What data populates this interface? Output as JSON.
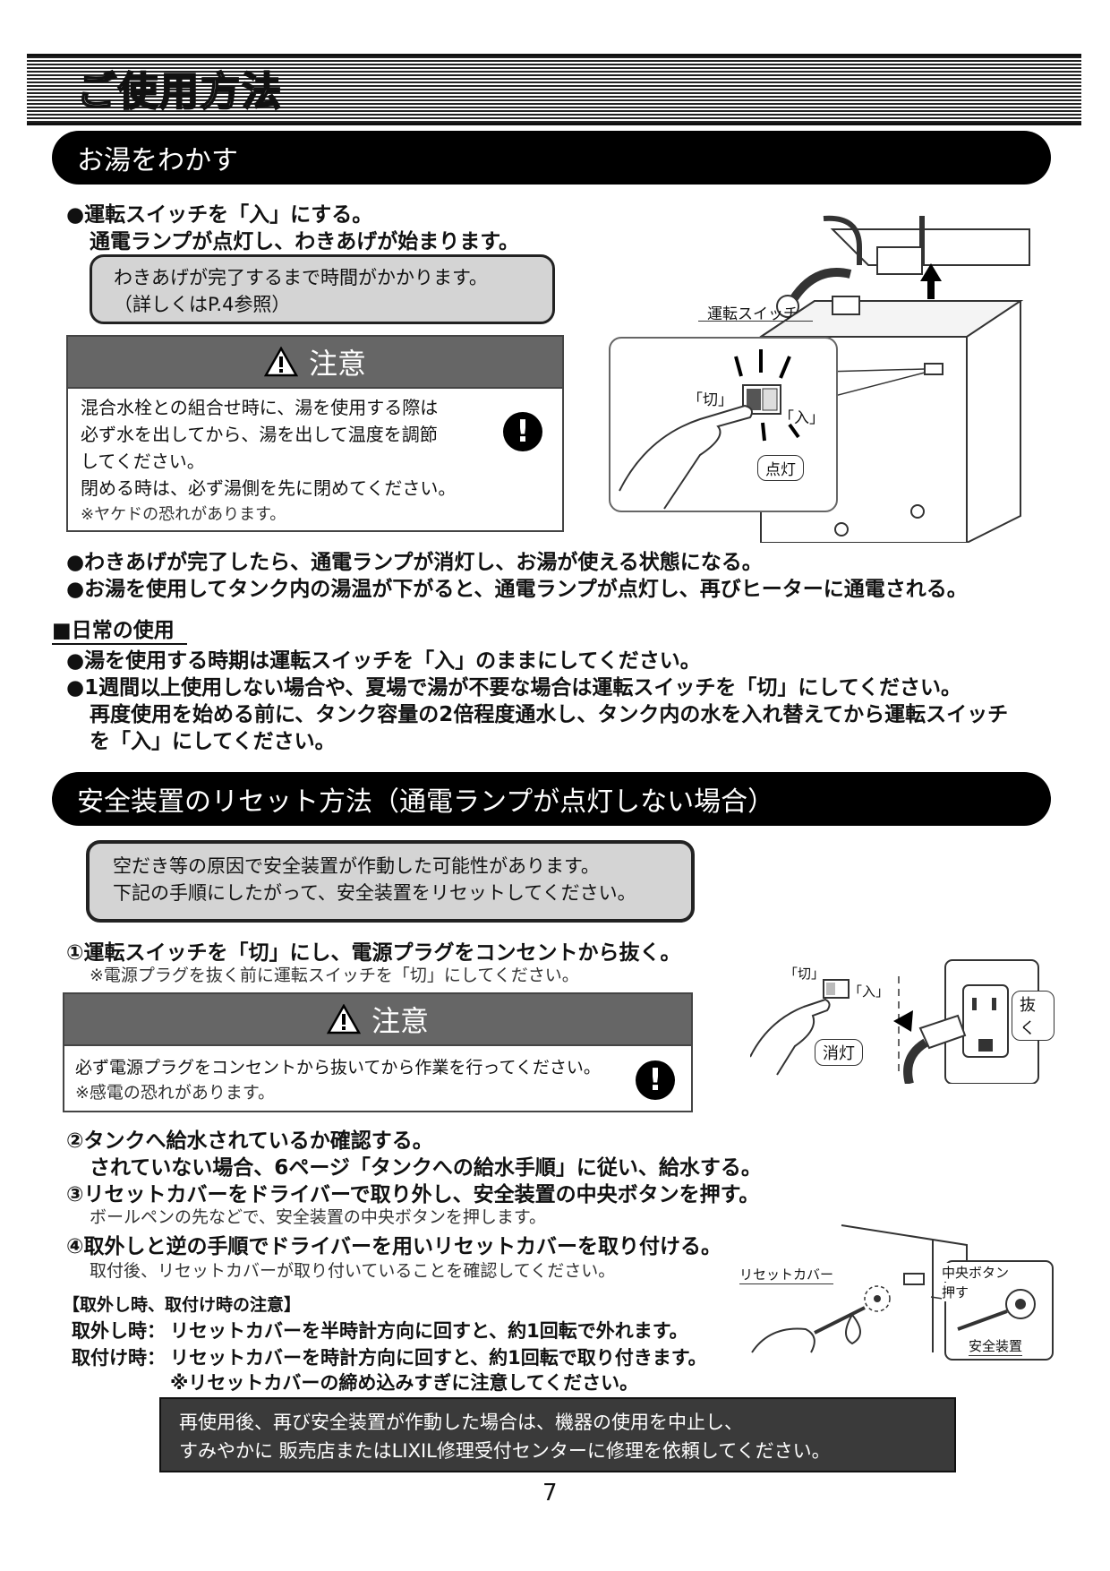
{
  "page_title": "ご使用方法",
  "section1": {
    "header": "お湯をわかす",
    "step1_line1": "●運転スイッチを「入」にする。",
    "step1_line2": "通電ランプが点灯し、わきあげが始まります。",
    "note_line1": "わきあげが完了するまで時間がかかります。",
    "note_line2": "（詳しくはP.4参照）",
    "caution_title": "注意",
    "caution_lines": [
      "混合水栓との組合せ時に、湯を使用する際は",
      "必ず水を出してから、湯を出して温度を調節",
      "してください。",
      "閉める時は、必ず湯側を先に閉めてください。"
    ],
    "caution_sub": "※ヤケドの恐れがあります。",
    "bullet_complete": "●わきあげが完了したら、通電ランプが消灯し、お湯が使える状態になる。",
    "bullet_reheat": "●お湯を使用してタンク内の湯温が下がると、通電ランプが点灯し、再びヒーターに通電される。",
    "daily_heading": "■日常の使用",
    "daily_lines": [
      "●湯を使用する時期は運転スイッチを「入」のままにしてください。",
      "●1週間以上使用しない場合や、夏場で湯が不要な場合は運転スイッチを「切」にしてください。",
      "再度使用を始める前に、タンク容量の2倍程度通水し、タンク内の水を入れ替えてから運転スイッチ",
      "を「入」にしてください。"
    ],
    "illus": {
      "switch_label": "運転スイッチ",
      "off_label": "「切」",
      "on_label": "「入」",
      "lit_label": "点灯"
    }
  },
  "section2": {
    "header": "安全装置のリセット方法（通電ランプが点灯しない場合）",
    "note_line1": "空だき等の原因で安全装置が作動した可能性があります。",
    "note_line2": "下記の手順にしたがって、安全装置をリセットしてください。",
    "step1": "①運転スイッチを「切」にし、電源プラグをコンセントから抜く。",
    "step1_sub": "※電源プラグを抜く前に運転スイッチを「切」にしてください。",
    "caution_title": "注意",
    "caution_line": "必ず電源プラグをコンセントから抜いてから作業を行ってください。",
    "caution_sub": "※感電の恐れがあります。",
    "step2_line1": "②タンクへ給水されているか確認する。",
    "step2_line2": "されていない場合、6ページ「タンクへの給水手順」に従い、給水する。",
    "step3": "③リセットカバーをドライバーで取り外し、安全装置の中央ボタンを押す。",
    "step3_sub": "ボールペンの先などで、安全装置の中央ボタンを押します。",
    "step4": "④取外しと逆の手順でドライバーを用いリセットカバーを取り付ける。",
    "step4_sub": "取付後、リセットカバーが取り付いていることを確認してください。",
    "notes_heading": "【取外し時、取付け時の注意】",
    "remove_label": "取外し時：",
    "remove_text": "リセットカバーを半時計方向に回すと、約1回転で外れます。",
    "attach_label": "取付け時：",
    "attach_text": "リセットカバーを時計方向に回すと、約1回転で取り付きます。",
    "attach_sub": "※リセットカバーの締め込みすぎに注意してください。",
    "final_line1": "再使用後、再び安全装置が作動した場合は、機器の使用を中止し、",
    "final_line2": "すみやかに 販売店またはLIXIL修理受付センターに修理を依頼してください。",
    "illus": {
      "off_label": "「切」",
      "on_label": "「入」",
      "unlit_label": "消灯",
      "pull_label": "抜く",
      "reset_cover_label": "リセットカバー",
      "center_button_label": "中央ボタン",
      "push_label": "押す",
      "safety_device_label": "安全装置"
    }
  },
  "page_number": "7"
}
